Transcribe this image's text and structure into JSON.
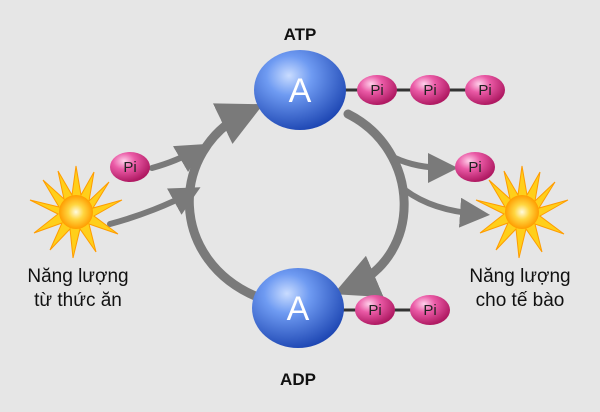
{
  "diagram": {
    "atp": {
      "title": "ATP",
      "letter": "A",
      "phosphates": [
        "Pi",
        "Pi",
        "Pi"
      ]
    },
    "adp": {
      "title": "ADP",
      "letter": "A",
      "phosphates": [
        "Pi",
        "Pi"
      ]
    },
    "input": {
      "phosphate": "Pi",
      "label_line1": "Năng lượng",
      "label_line2": "từ thức ăn"
    },
    "output": {
      "phosphate": "Pi",
      "label_line1": "Năng lượng",
      "label_line2": "cho tế bào"
    }
  },
  "colors": {
    "background": "#e6e6e6",
    "adenosine": "#3f6fdc",
    "phosphate": "#d6307f",
    "bond": "#333333",
    "arrow": "#7a7a7a",
    "sun": "#ffb000"
  },
  "icons": [
    "sun-icon",
    "sun-icon"
  ]
}
